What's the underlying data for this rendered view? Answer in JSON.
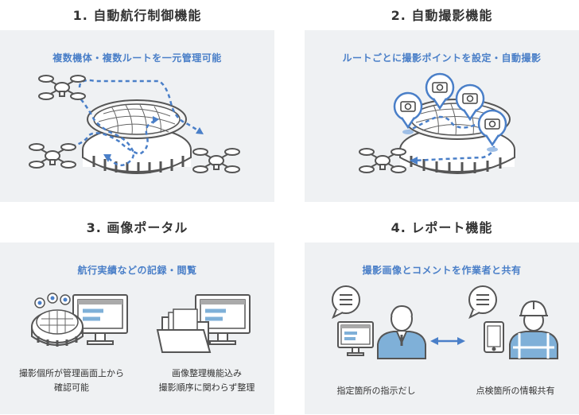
{
  "sections": [
    {
      "heading": "1. 自動航行制御機能",
      "subtitle": "複数機体・複数ルートを一元管理可能"
    },
    {
      "heading": "2. 自動撮影機能",
      "subtitle": "ルートごとに撮影ポイントを設定・自動撮影"
    },
    {
      "heading": "3. 画像ポータル",
      "subtitle": "航行実績などの記録・閲覧",
      "captions": [
        "撮影個所が管理画面上から\n確認可能",
        "画像整理機能込み\n撮影順序に関わらず整理"
      ]
    },
    {
      "heading": "4. レポート機能",
      "subtitle": "撮影画像とコメントを作業者と共有",
      "captions": [
        "指定箇所の指示だし",
        "点検箇所の情報共有"
      ]
    }
  ],
  "colors": {
    "accent": "#4a7fc8",
    "panel": "#eff1f3",
    "icon_dark": "#555555",
    "person": "#7fb0d8"
  }
}
